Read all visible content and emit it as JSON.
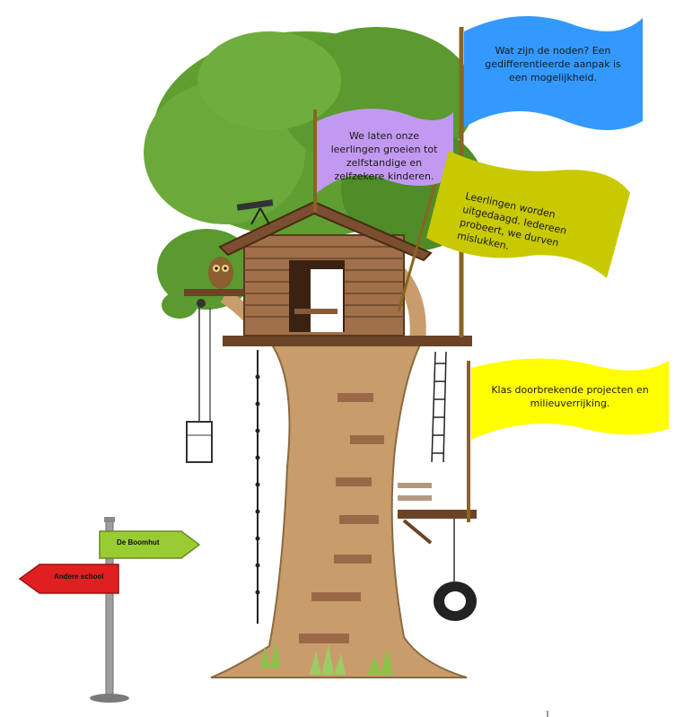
{
  "flags": {
    "blue": {
      "text": "Wat zijn de noden? Een gedifferentieerde aanpak is een mogelijkheid.",
      "color": "#3399ff"
    },
    "purple": {
      "text": "We laten onze leerlingen groeien tot zelfstandige en zelfzekere kinderen.",
      "color": "#c299f0"
    },
    "olive": {
      "text": "Leerlingen worden uitgedaagd. Iedereen probeert, we durven mislukken.",
      "color": "#c9c900"
    },
    "yellow": {
      "text": "Klas doorbrekende projecten en milieuverrijking.",
      "color": "#ffff00"
    }
  },
  "signpost": {
    "green_sign": {
      "text": "De Boomhut",
      "color": "#99cc33"
    },
    "red_sign": {
      "text": "Andere school",
      "color": "#e02020"
    }
  },
  "colors": {
    "foliage": "#5a9a2e",
    "trunk": "#caa070",
    "wood": "#8a5a38"
  }
}
